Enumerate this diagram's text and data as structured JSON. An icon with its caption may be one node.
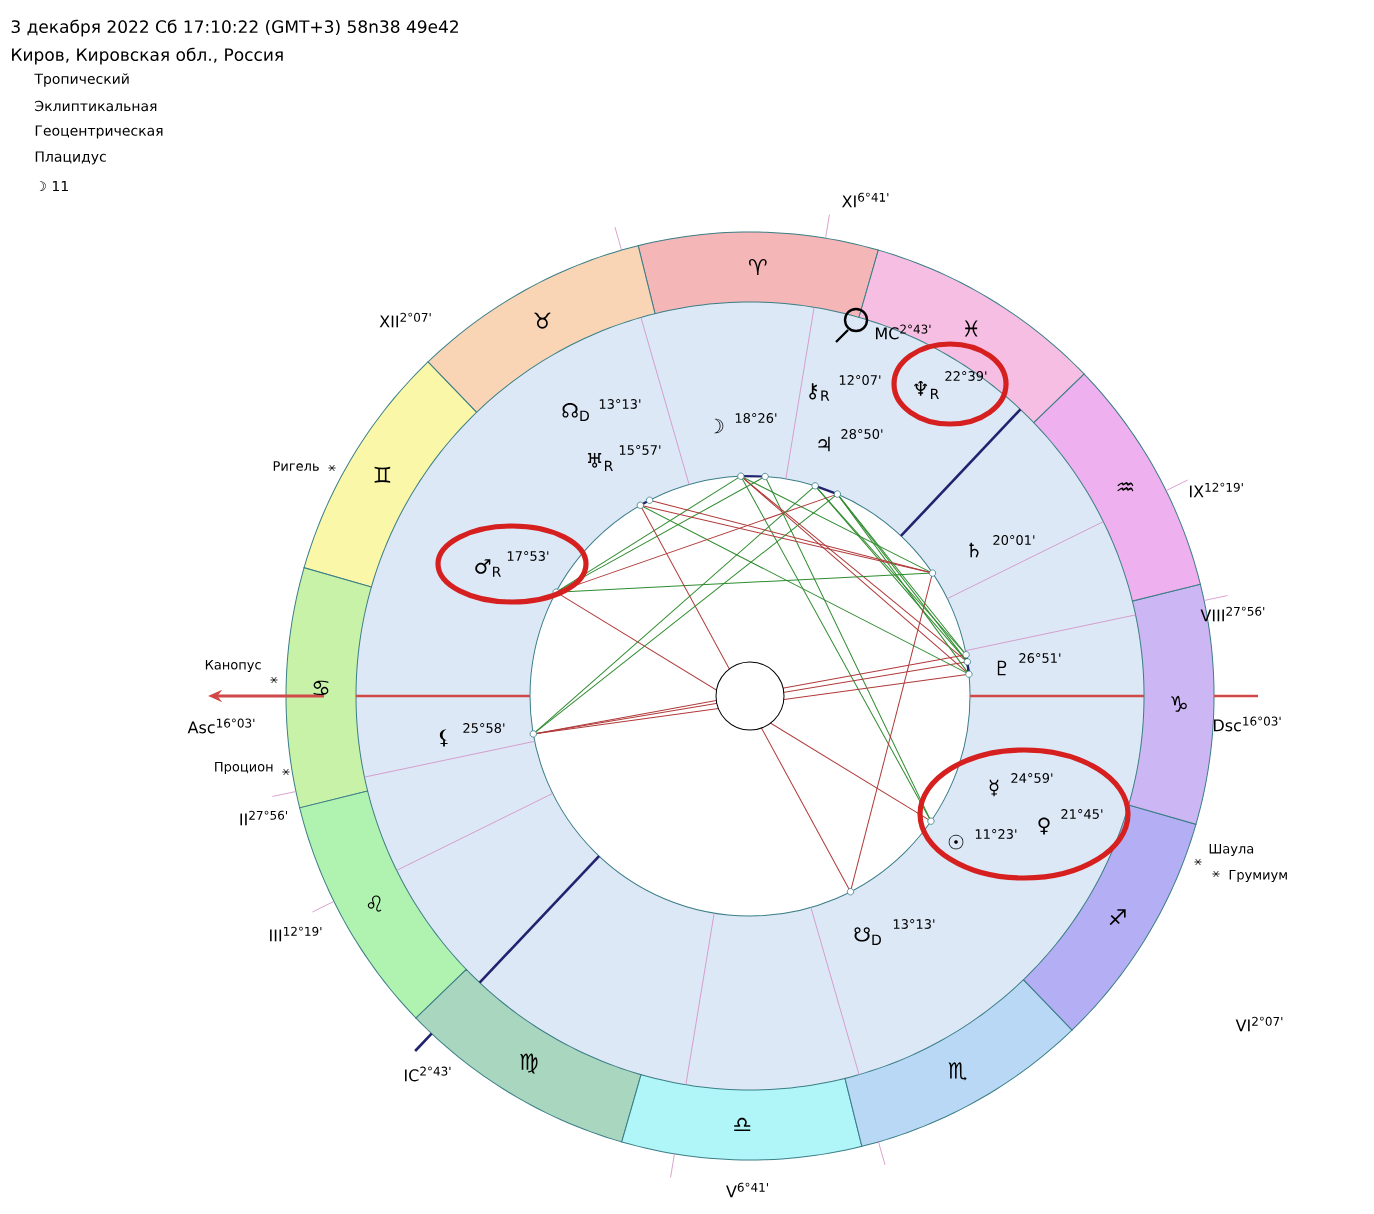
{
  "diagram": {
    "labels": [
      "3 декабря 2022  Сб  17:10:22 (GMT+3) 58n38  49e42",
      "Киров, Кировская обл., Россия",
      "Тропический",
      "Эклиптикальная",
      "Геоцентрическая",
      "Плацидус",
      "☽  11",
      "XI$^{6°41'}$",
      "XII$^{2°07'}$",
      "MC$^{2°43'}$",
      "♈",
      "♉",
      "♓",
      "☊$_{D}$",
      "13°13'",
      "⚷$_{R}$",
      "12°07'",
      "♆$_{R}$",
      "22°39'",
      "☽",
      "18°26'",
      "♃",
      "28°50'",
      "♅$_{R}$",
      "15°57'",
      "Ригель",
      "♊",
      "♒",
      "IX$^{12°19'}$",
      "♂$_{R}$",
      "17°53'",
      "♄",
      "20°01'",
      "♇",
      "26°51'",
      "VIII$^{27°56'}$",
      "Канопус",
      "♋",
      "♑",
      "Asc$^{16°03'}$",
      "Dsc$^{16°03'}$",
      "⚸",
      "25°58'",
      "Процион",
      "☿",
      "24°59'",
      "II$^{27°56'}$",
      "☉",
      "11°23'",
      "♀",
      "21°45'",
      "Шаула",
      "Грумиум",
      "♌",
      "♐",
      "III$^{12°19'}$",
      "☋$_{D}$",
      "13°13'",
      "♍",
      "♏",
      "VI$^{2°07'}$",
      "IC$^{2°43'}$",
      "♎",
      "V$^{6°41'}$"
    ]
  }
}
